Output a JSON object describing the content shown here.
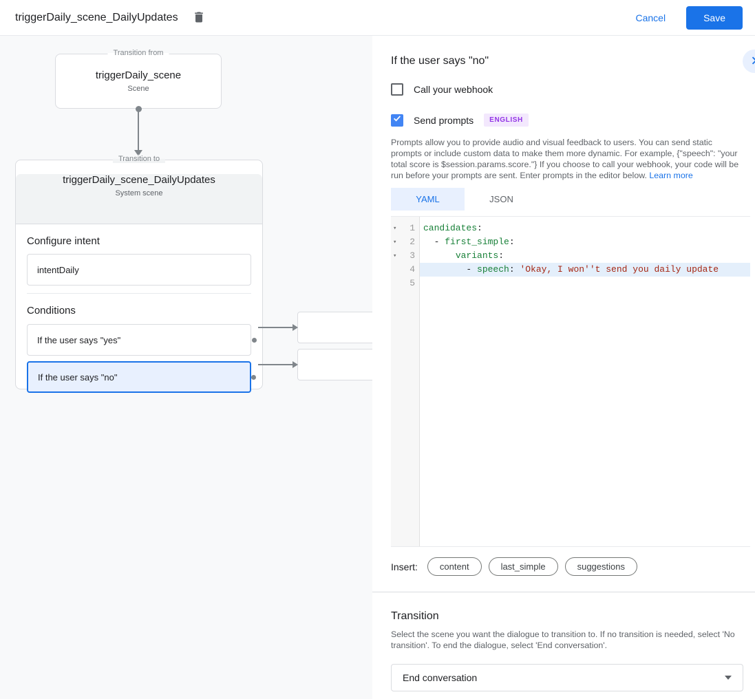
{
  "header": {
    "title": "triggerDaily_scene_DailyUpdates",
    "cancel_label": "Cancel",
    "save_label": "Save"
  },
  "canvas": {
    "transition_from": {
      "legend": "Transition from",
      "name": "triggerDaily_scene",
      "subtitle": "Scene"
    },
    "transition_to": {
      "legend": "Transition to",
      "name": "triggerDaily_scene_DailyUpdates",
      "subtitle": "System scene",
      "configure_intent_label": "Configure intent",
      "intent_value": "intentDaily",
      "conditions_label": "Conditions",
      "conditions": [
        {
          "label": "If the user says \"yes\"",
          "selected": false
        },
        {
          "label": "If the user says \"no\"",
          "selected": true
        }
      ]
    }
  },
  "panel": {
    "title": "If the user says \"no\"",
    "webhook": {
      "label": "Call your webhook",
      "checked": false
    },
    "prompts": {
      "label": "Send prompts",
      "checked": true,
      "badge": "ENGLISH"
    },
    "description": "Prompts allow you to provide audio and visual feedback to users. You can send static prompts or include custom data to make them more dynamic. For example, {\"speech\": \"your total score is $session.params.score.\"} If you choose to call your webhook, your code will be run before your prompts are sent. Enter prompts in the editor below. ",
    "learn_more_label": "Learn more",
    "tabs": [
      {
        "label": "YAML",
        "active": true
      },
      {
        "label": "JSON",
        "active": false
      }
    ],
    "editor": {
      "lines": [
        {
          "number": "1",
          "fold": true,
          "highlight": false,
          "tokens": [
            {
              "t": "candidates",
              "c": "key"
            },
            {
              "t": ":",
              "c": "plain"
            }
          ]
        },
        {
          "number": "2",
          "fold": true,
          "highlight": false,
          "tokens": [
            {
              "t": "  - ",
              "c": "plain"
            },
            {
              "t": "first_simple",
              "c": "key"
            },
            {
              "t": ":",
              "c": "plain"
            }
          ]
        },
        {
          "number": "3",
          "fold": true,
          "highlight": false,
          "tokens": [
            {
              "t": "      ",
              "c": "plain"
            },
            {
              "t": "variants",
              "c": "key"
            },
            {
              "t": ":",
              "c": "plain"
            }
          ]
        },
        {
          "number": "4",
          "fold": false,
          "highlight": true,
          "tokens": [
            {
              "t": "        - ",
              "c": "plain"
            },
            {
              "t": "speech",
              "c": "key"
            },
            {
              "t": ": ",
              "c": "plain"
            },
            {
              "t": "'Okay, I won''t send you daily update",
              "c": "string"
            }
          ]
        },
        {
          "number": "5",
          "fold": false,
          "highlight": false,
          "tokens": []
        }
      ]
    },
    "insert": {
      "label": "Insert:",
      "pills": [
        "content",
        "last_simple",
        "suggestions"
      ]
    },
    "transition": {
      "title": "Transition",
      "description": "Select the scene you want the dialogue to transition to. If no transition is needed, select 'No transition'. To end the dialogue, select 'End conversation'.",
      "selected_value": "End conversation"
    }
  },
  "colors": {
    "accent_blue": "#1a73e8",
    "checkbox_blue": "#4285f4",
    "selected_condition_bg": "#e8f0fe",
    "badge_bg": "#f3e8fd",
    "badge_text": "#9334e6",
    "yaml_key_green": "#188038",
    "yaml_string_red": "#a52714"
  }
}
